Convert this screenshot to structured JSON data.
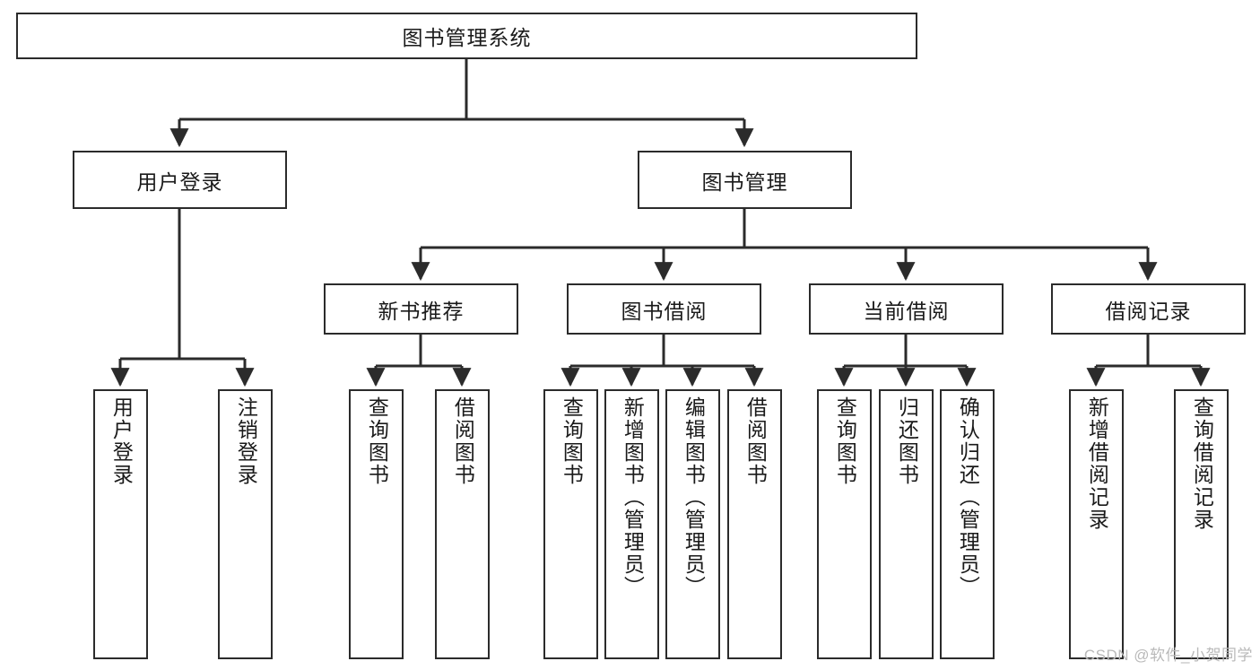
{
  "diagram": {
    "title": "图书管理系统",
    "type": "tree-hierarchy-diagram",
    "colors": {
      "box_border": "#2b2b2b",
      "box_fill": "#ffffff",
      "edge": "#2b2b2b",
      "text": "#1a1a1a",
      "watermark": "#b9b9b9"
    },
    "root": {
      "label": "图书管理系统"
    },
    "level2": [
      {
        "label": "用户登录"
      },
      {
        "label": "图书管理"
      }
    ],
    "level3": [
      {
        "label": "新书推荐"
      },
      {
        "label": "图书借阅"
      },
      {
        "label": "当前借阅"
      },
      {
        "label": "借阅记录"
      }
    ],
    "leaves": [
      {
        "label": "用户登录",
        "parent": "用户登录"
      },
      {
        "label": "注销登录",
        "parent": "用户登录"
      },
      {
        "label": "查询图书",
        "parent": "新书推荐"
      },
      {
        "label": "借阅图书",
        "parent": "新书推荐"
      },
      {
        "label": "查询图书",
        "parent": "图书借阅"
      },
      {
        "label": "新增图书（管理员）",
        "parent": "图书借阅"
      },
      {
        "label": "编辑图书（管理员）",
        "parent": "图书借阅"
      },
      {
        "label": "借阅图书",
        "parent": "图书借阅"
      },
      {
        "label": "查询图书",
        "parent": "当前借阅"
      },
      {
        "label": "归还图书",
        "parent": "当前借阅"
      },
      {
        "label": "确认归还（管理员）",
        "parent": "当前借阅"
      },
      {
        "label": "新增借阅记录",
        "parent": "借阅记录"
      },
      {
        "label": "查询借阅记录",
        "parent": "借阅记录"
      }
    ]
  },
  "watermark": {
    "text": "CSDN @软件_小贺同学"
  }
}
